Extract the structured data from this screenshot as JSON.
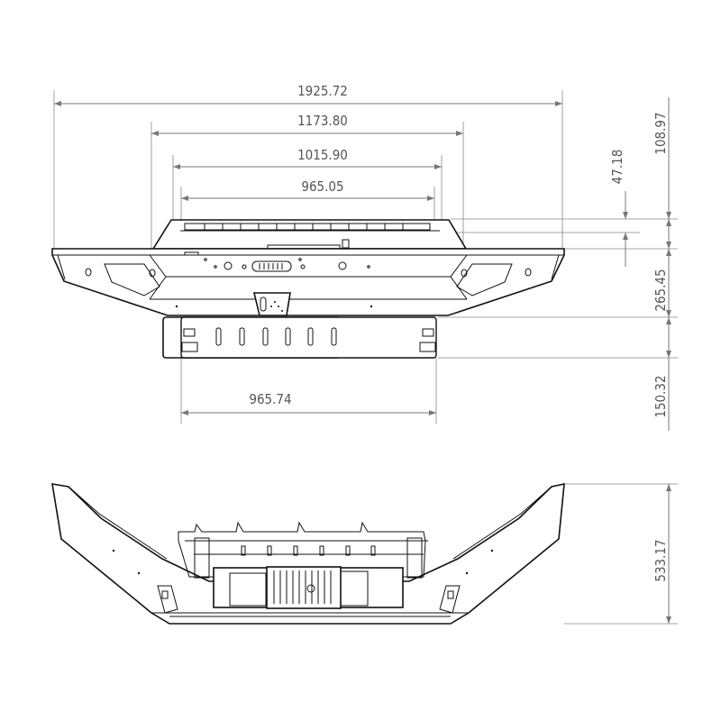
{
  "drawing": {
    "top_view": {
      "dimensions": {
        "overall_width": "1925.72",
        "width_upper": "1173.80",
        "width_light_bar": "1015.90",
        "width_inner": "965.05",
        "skid_plate_width": "965.74",
        "light_bar_offset": "47.18",
        "top_height": "108.97",
        "main_height": "265.45",
        "skid_plate_height": "150.32"
      }
    },
    "bottom_view": {
      "dimensions": {
        "depth": "533.17"
      }
    }
  }
}
